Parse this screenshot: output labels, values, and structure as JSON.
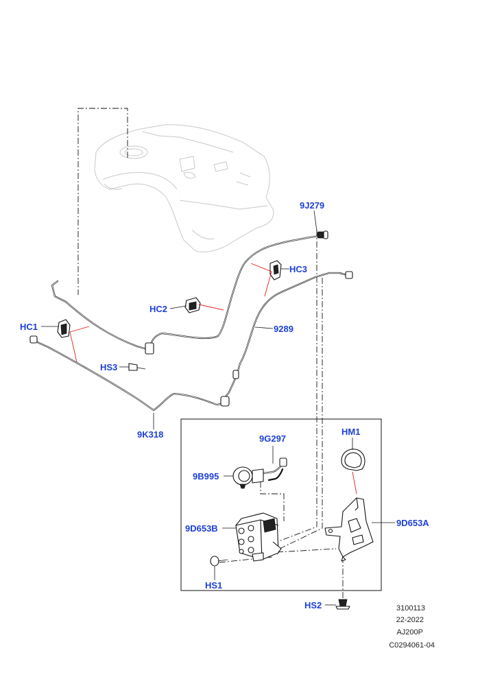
{
  "callouts": {
    "l9J279": "9J279",
    "lHC3": "HC3",
    "lHC2": "HC2",
    "l9289": "9289",
    "lHC1": "HC1",
    "lHS3": "HS3",
    "l9K318": "9K318",
    "l9G297": "9G297",
    "lHM1": "HM1",
    "l9B995": "9B995",
    "l9D653B": "9D653B",
    "l9D653A": "9D653A",
    "lHS1": "HS1",
    "lHS2": "HS2"
  },
  "meta": {
    "ref": "3100113",
    "date": "22-2022",
    "model": "AJ200P",
    "code": "C0294061-04"
  },
  "colors": {
    "callout": "#1c3fd6",
    "leader_red": "#e0201e"
  }
}
